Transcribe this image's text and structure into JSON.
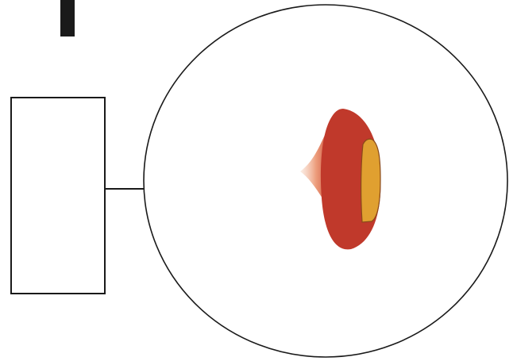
{
  "diagram": {
    "colors": {
      "background": "#ffffff",
      "outline": "#1a1a1a",
      "marker": "#1a1a1a",
      "organ_body": "#c0392b",
      "organ_inner": "#e0a030",
      "organ_fade": "#e8845a"
    },
    "elements": [
      "marker-bar",
      "specimen-box",
      "connector-line",
      "magnified-view-circle",
      "specimen-shape"
    ]
  }
}
